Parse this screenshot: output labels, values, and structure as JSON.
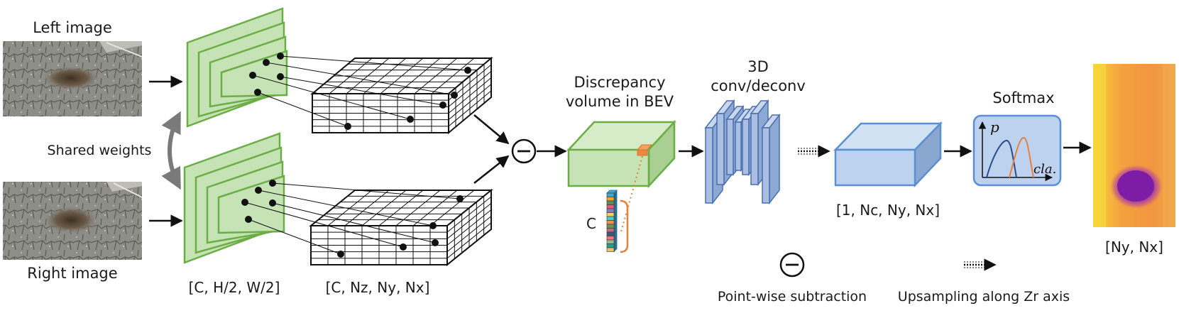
{
  "labels": {
    "left_image": "Left image",
    "right_image": "Right image",
    "shared_weights": "Shared weights",
    "feature_dims": "[C, H/2, W/2]",
    "volume_dims": "[C, Nz, Ny, Nx]",
    "discrepancy_line1": "Discrepancy",
    "discrepancy_line2": "volume in BEV",
    "conv_line1": "3D",
    "conv_line2": "conv/deconv",
    "cost_dims": "[1, Nc, Ny, Nx]",
    "softmax": "Softmax",
    "plot_p": "p",
    "plot_cla": "cla.",
    "output_dims": "[Ny, Nx]",
    "channel": "C",
    "legend_subtract": "Point-wise subtraction",
    "legend_upsample": "Upsampling along Zr axis"
  },
  "colors": {
    "feature_fill": "#c5e3b4",
    "feature_stroke": "#6aae45",
    "conv_fill": "#aabfe2",
    "conv_stroke": "#4a6fb0",
    "cost_fill": "#bcd2ef",
    "cost_stroke": "#5b8fd4",
    "curve_blue": "#2b4a8b",
    "curve_orange": "#e8803a"
  },
  "channel_colors": [
    "#3fa7d6",
    "#f6a623",
    "#5b8c5a",
    "#e85d75",
    "#8e7dbe",
    "#f4d35e",
    "#4ecdc4",
    "#ff8c42",
    "#6a994e",
    "#c06c84",
    "#355c7d",
    "#f67280",
    "#99b898",
    "#2a9d8f",
    "#e9c46a"
  ]
}
